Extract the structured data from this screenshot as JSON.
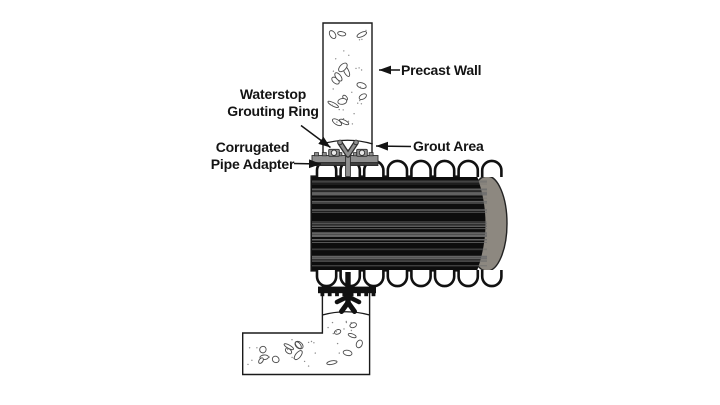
{
  "diagram": {
    "background": "#ffffff",
    "annotations": {
      "precast_wall": {
        "text": "Precast Wall"
      },
      "waterstop_grouting_ring": {
        "line1": "Waterstop",
        "line2": "Grouting Ring"
      },
      "corrugated_pipe_adapter": {
        "line1": "Corrugated",
        "line2": "Pipe Adapter"
      },
      "grout_area": {
        "text": "Grout Area"
      }
    },
    "colors": {
      "line": "#1a1a1a",
      "pipe_body": "#0d0d0d",
      "pipe_striation": "#6e6e6e",
      "pipe_end_cap": "#8d8880",
      "ring_metal": "#8f8f8f",
      "ring_dark": "#3f3f3f",
      "waterstop_black": "#111111",
      "aggregate_outline": "#4a4a4a"
    }
  }
}
